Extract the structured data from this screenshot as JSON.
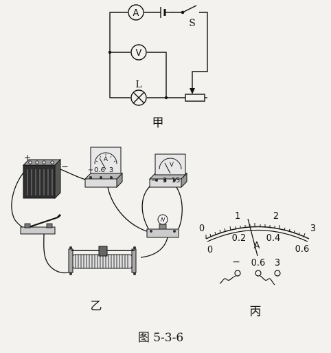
{
  "circuit_schematic": {
    "ammeter_symbol": "A",
    "voltmeter_symbol": "V",
    "lamp_label": "L",
    "switch_label": "S",
    "caption": "甲"
  },
  "physical_setup": {
    "battery_plus": "+",
    "battery_minus": "−",
    "ammeter": {
      "face": "A",
      "terminals": [
        "−",
        "0.6",
        "3"
      ]
    },
    "voltmeter": {
      "face": "V",
      "terminals": [
        "−",
        "3",
        "15"
      ]
    },
    "caption": "乙"
  },
  "meter_reading": {
    "unit": "A",
    "outer_scale": [
      "0",
      "1",
      "2",
      "3"
    ],
    "inner_scale": [
      "0",
      "0.2",
      "0.4",
      "0.6"
    ],
    "terminals": [
      "−",
      "0.6",
      "3"
    ],
    "caption": "丙"
  },
  "figure_caption": "图 5-3-6"
}
